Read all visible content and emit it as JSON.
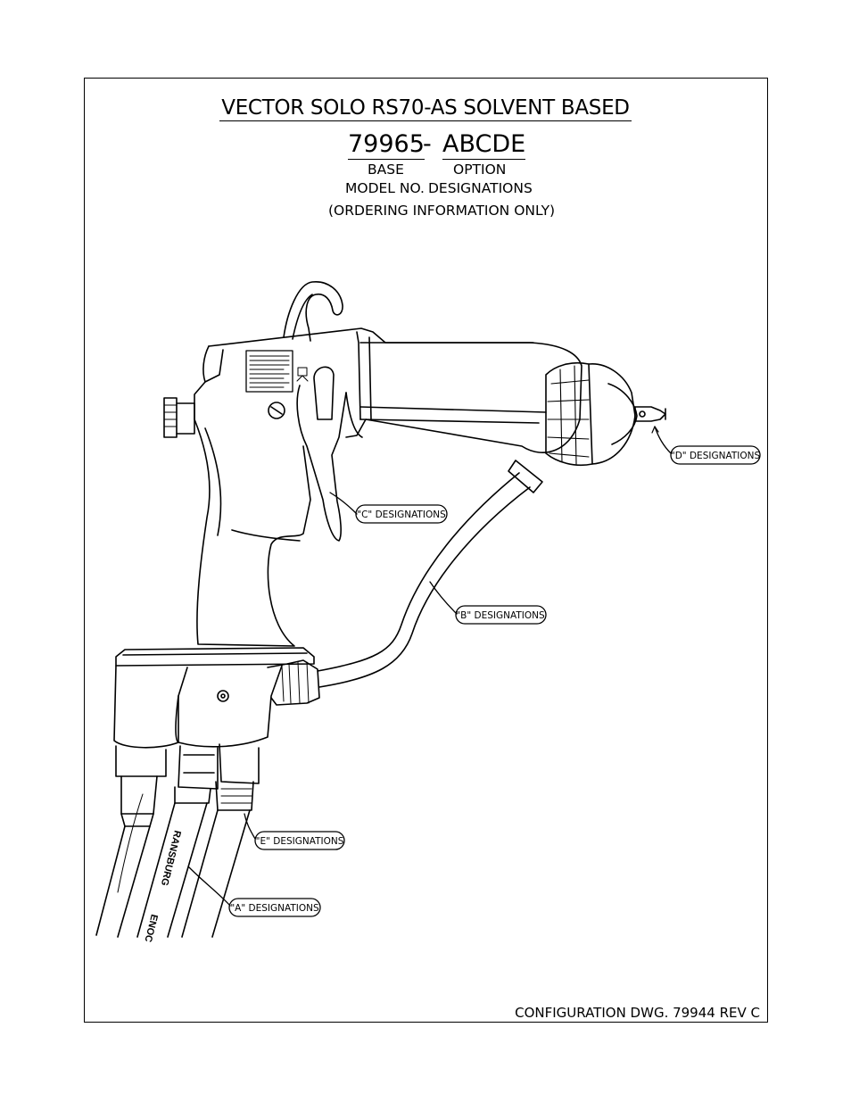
{
  "title": "VECTOR SOLO RS70-AS SOLVENT BASED",
  "model": {
    "base_number": "79965",
    "separator": "-",
    "option_code": "ABCDE",
    "base_label": "BASE",
    "option_label": "OPTION",
    "model_no_label": "MODEL NO.",
    "designations_label": "DESIGNATIONS"
  },
  "note": "(ORDERING INFORMATION ONLY)",
  "callouts": {
    "a": "\"A\" DESIGNATIONS",
    "b": "\"B\" DESIGNATIONS",
    "c": "\"C\" DESIGNATIONS",
    "d": "\"D\" DESIGNATIONS",
    "e": "\"E\" DESIGNATIONS"
  },
  "hose_text": {
    "brand": "RANSBURG",
    "fragment": "ENOC"
  },
  "footer": "CONFIGURATION DWG. 79944 REV C"
}
